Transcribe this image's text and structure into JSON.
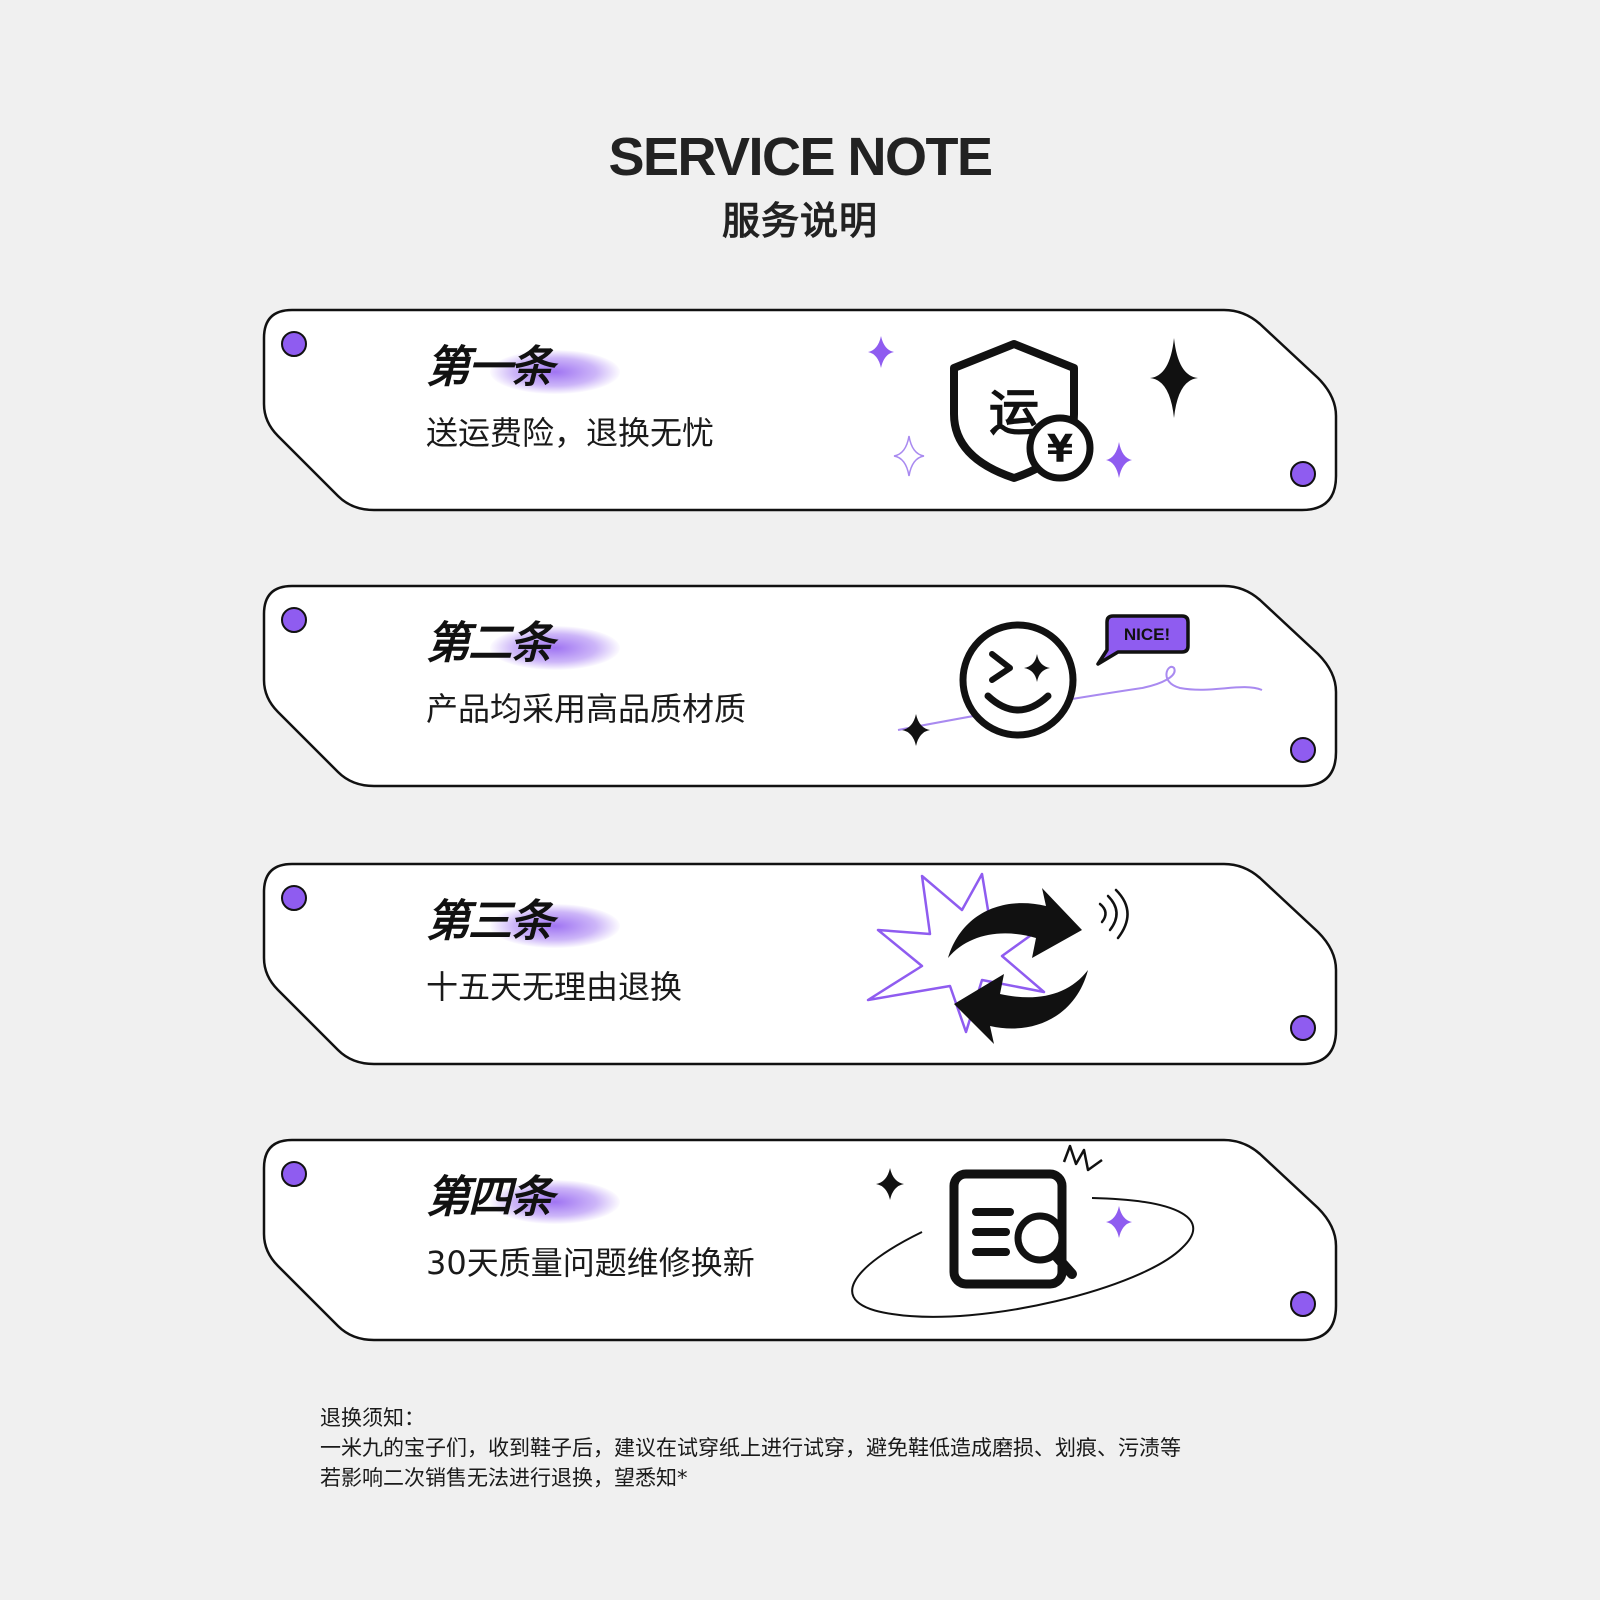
{
  "header": {
    "title_en": "SERVICE NOTE",
    "title_cn": "服务说明"
  },
  "colors": {
    "accent": "#8f5cf0",
    "background": "#f0f0f0",
    "ink": "#111111"
  },
  "cards": [
    {
      "clause": "第一条",
      "description": "送运费险，退换无忧",
      "icon": "shield-yuan-icon",
      "icon_text": "运",
      "icon_symbol": "¥"
    },
    {
      "clause": "第二条",
      "description": "产品均采用高品质材质",
      "icon": "wink-smiley-icon",
      "bubble_text": "NICE!"
    },
    {
      "clause": "第三条",
      "description": "十五天无理由退换",
      "icon": "refresh-arrows-icon"
    },
    {
      "clause": "第四条",
      "description": "30天质量问题维修换新",
      "icon": "document-search-icon"
    }
  ],
  "notes": {
    "heading": "退换须知：",
    "line1": "一米九的宝子们，收到鞋子后，建议在试穿纸上进行试穿，避免鞋低造成磨损、划痕、污渍等",
    "line2": "若影响二次销售无法进行退换，望悉知*"
  }
}
